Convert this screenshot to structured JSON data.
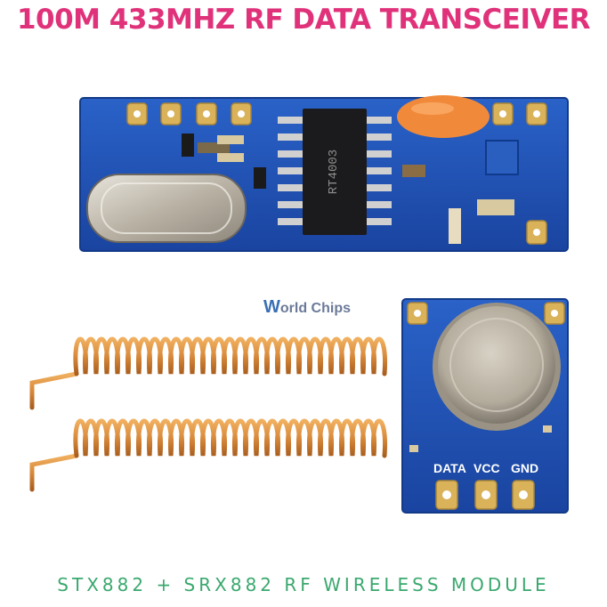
{
  "title": "100M 433MHZ RF DATA TRANSCEIVER",
  "footer": "STX882 + SRX882 RF WIRELESS MODULE",
  "watermark": {
    "w": "W",
    "rest": "orld Chips"
  },
  "receiver_chip_text": "RT4003",
  "transmitter_labels": {
    "data": "DATA",
    "vcc": "VCC",
    "gnd": "GND"
  },
  "colors": {
    "title": "#e0327a",
    "footer": "#3aa86e",
    "pcb_blue": "#1f4fb0",
    "pad_gold": "#d9b25a",
    "antenna_copper": "#d8893a",
    "capacitor_orange": "#f08a3a"
  }
}
